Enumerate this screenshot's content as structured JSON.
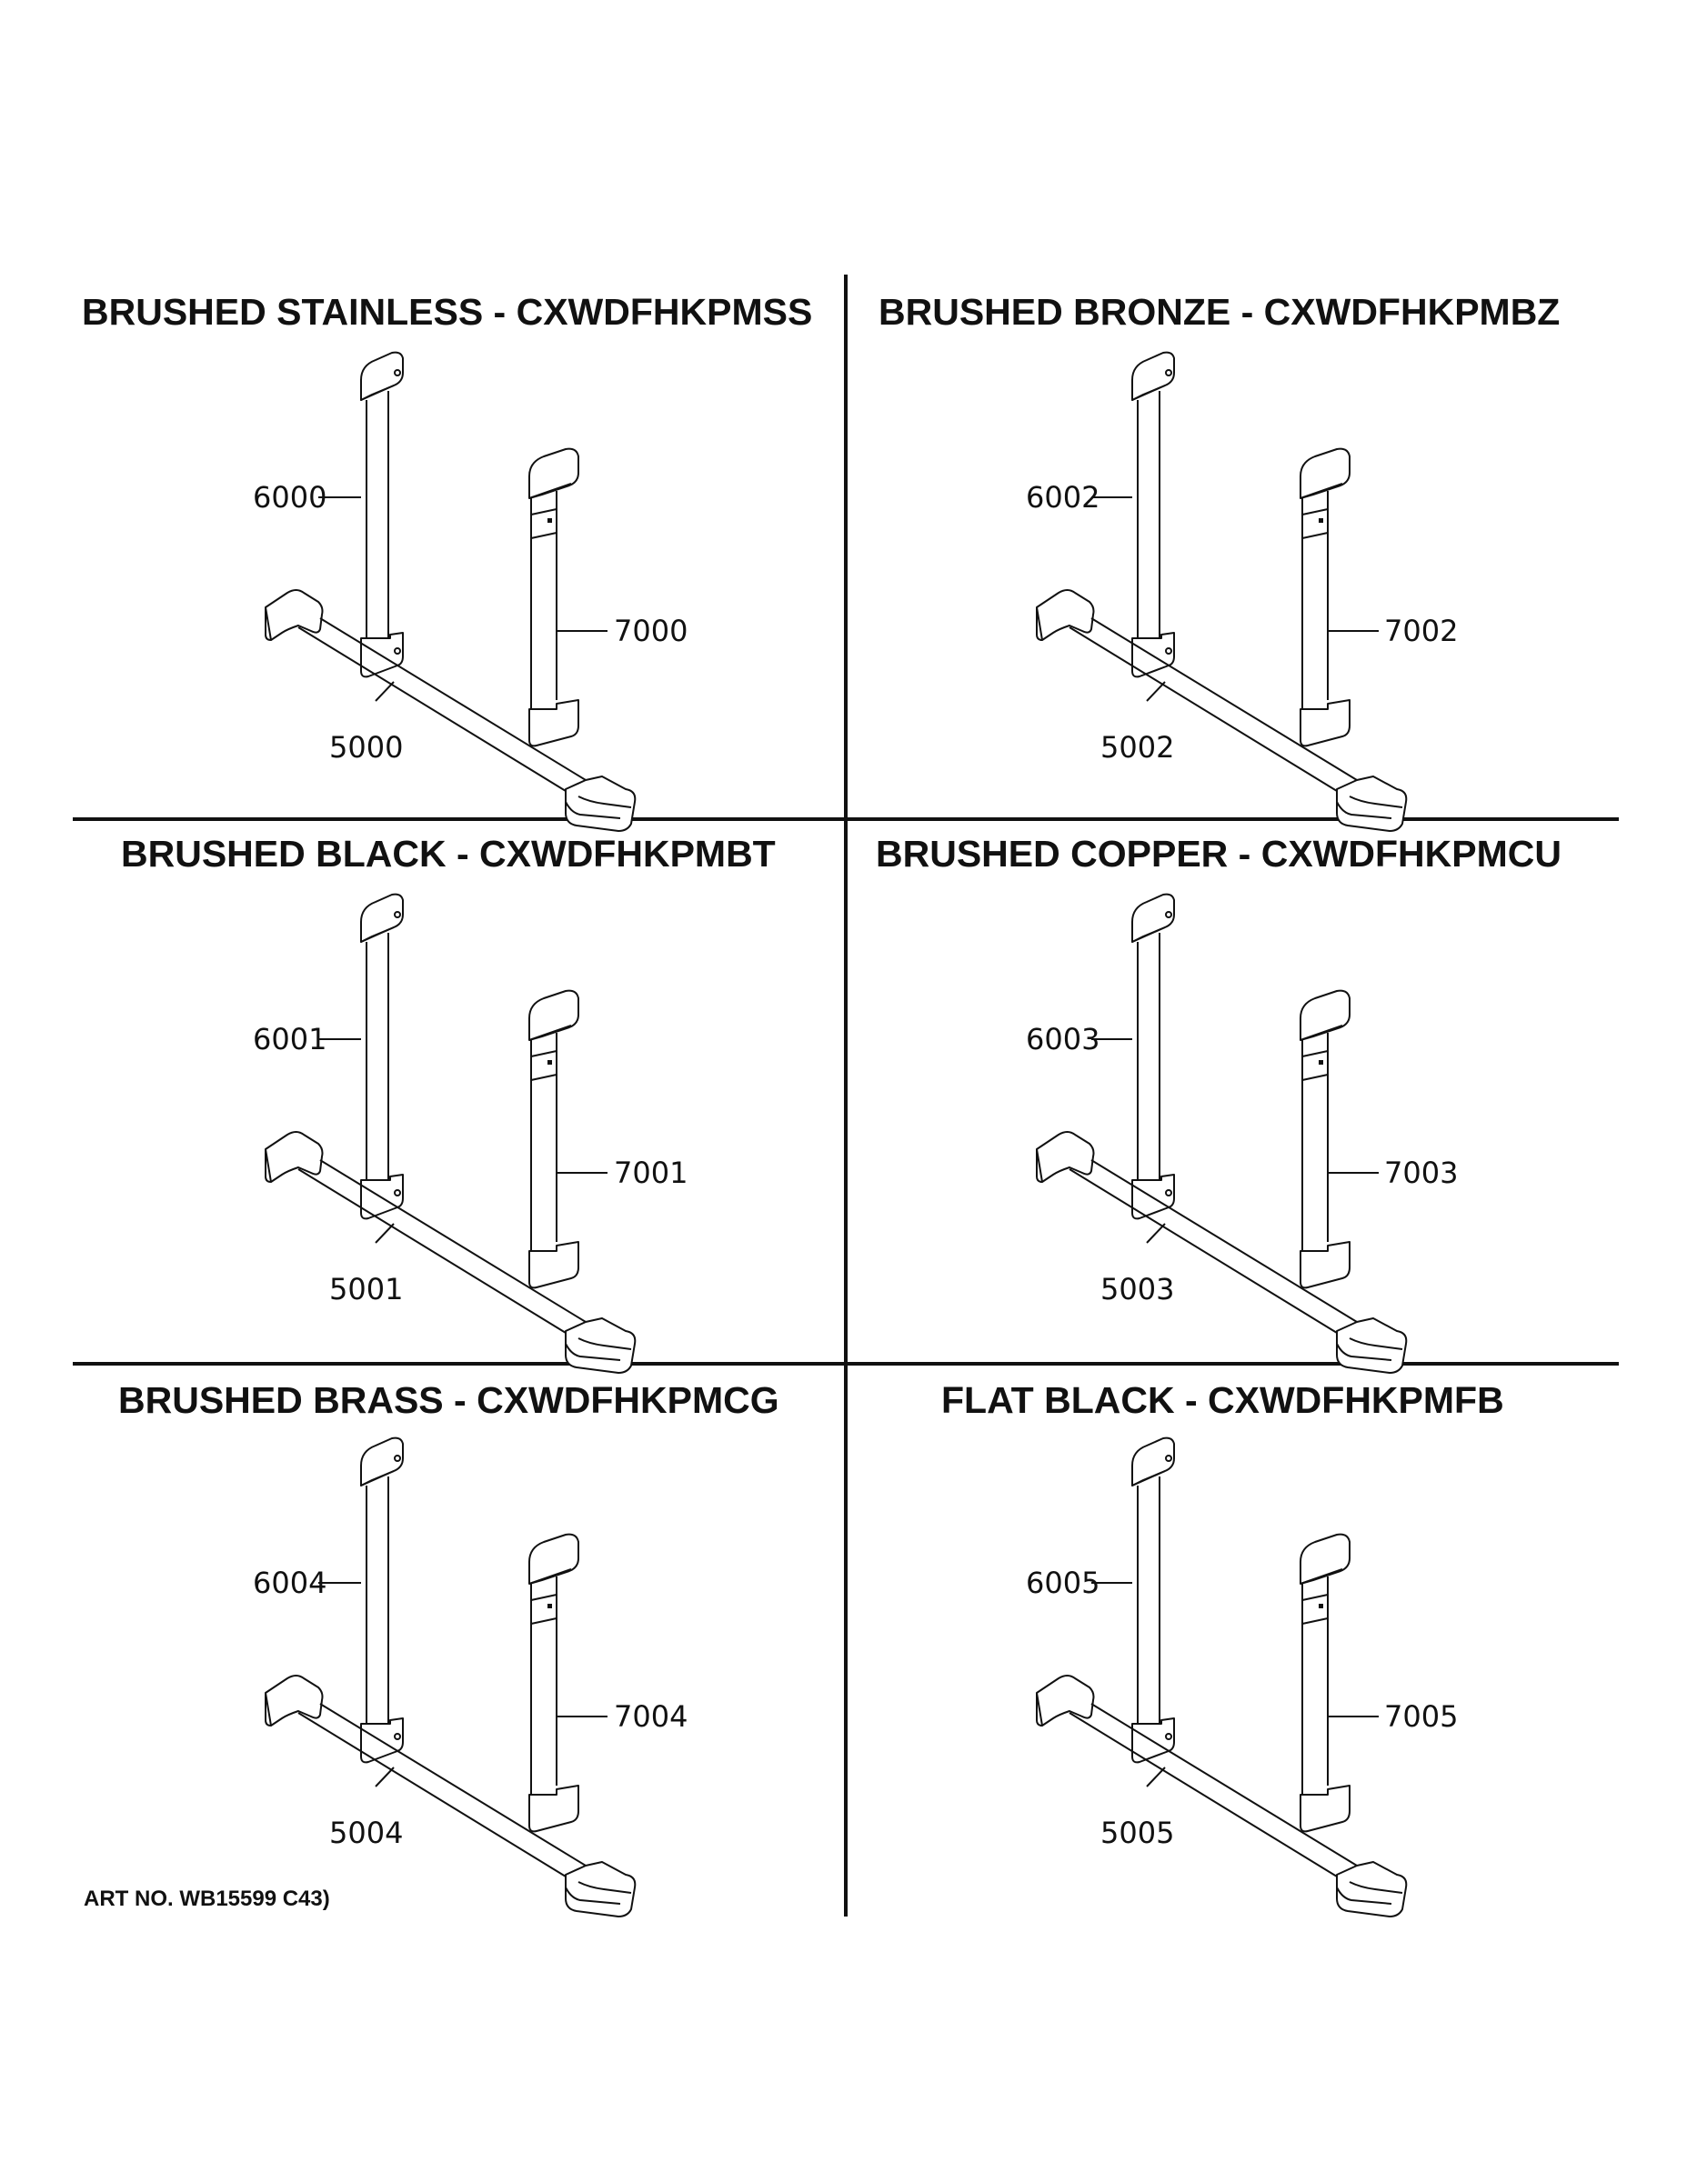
{
  "panels": [
    {
      "title": "BRUSHED STAINLESS - CXWDFHKPMSS",
      "parts": {
        "side_handle": "6000",
        "door_handle": "7000",
        "drawer_handle": "5000"
      }
    },
    {
      "title": "BRUSHED BRONZE - CXWDFHKPMBZ",
      "parts": {
        "side_handle": "6002",
        "door_handle": "7002",
        "drawer_handle": "5002"
      }
    },
    {
      "title": "BRUSHED BLACK - CXWDFHKPMBT",
      "parts": {
        "side_handle": "6001",
        "door_handle": "7001",
        "drawer_handle": "5001"
      }
    },
    {
      "title": "BRUSHED COPPER - CXWDFHKPMCU",
      "parts": {
        "side_handle": "6003",
        "door_handle": "7003",
        "drawer_handle": "5003"
      }
    },
    {
      "title": "BRUSHED BRASS - CXWDFHKPMCG",
      "parts": {
        "side_handle": "6004",
        "door_handle": "7004",
        "drawer_handle": "5004"
      }
    },
    {
      "title": "FLAT BLACK - CXWDFHKPMFB",
      "parts": {
        "side_handle": "6005",
        "door_handle": "7005",
        "drawer_handle": "5005"
      }
    }
  ],
  "art_number": "ART NO. WB15599 C43)"
}
